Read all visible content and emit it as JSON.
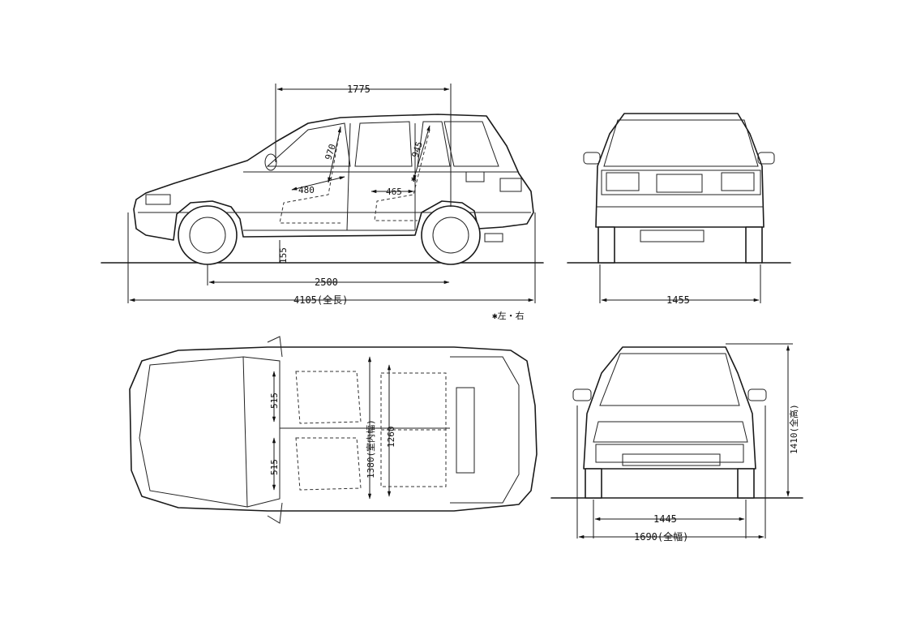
{
  "dimensions": {
    "wheelbase_top": "1775",
    "headroom_front": "970",
    "headroom_rear": "945",
    "rear_mark": "✱",
    "legroom_front": "480",
    "legroom_rear": "465",
    "ground_clearance": "155",
    "wheelbase": "2500",
    "overall_length": "4105(全長)",
    "rear_track": "1455",
    "note": "✱左・右",
    "seat_width_left": "515",
    "seat_width_right": "515",
    "room_width": "1380(室内幅)",
    "room_length": "1260",
    "front_track": "1445",
    "overall_width": "1690(全幅)",
    "overall_height": "1410(全高)"
  }
}
